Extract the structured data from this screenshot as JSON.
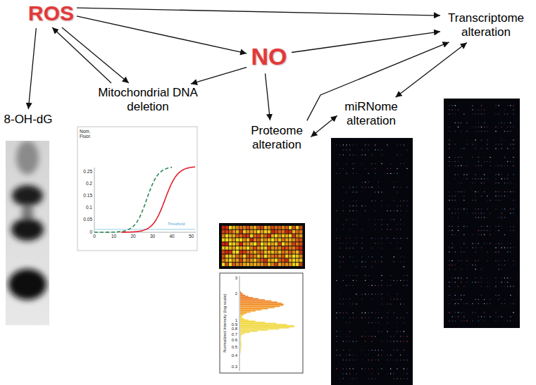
{
  "diagram": {
    "nodes": [
      {
        "text": [
          "ROS"
        ]
      },
      {
        "text": [
          "8-OH-dG"
        ]
      },
      {
        "text": [
          "Mitochondrial DNA deletion"
        ]
      },
      {
        "text": [
          "NO"
        ]
      },
      {
        "text": [
          "Proteome alteration"
        ]
      },
      {
        "text": [
          "miRNome alteration"
        ]
      },
      {
        "text": [
          "Transcriptome alteration"
        ]
      }
    ],
    "edges": [
      {
        "from": 0,
        "to": 1,
        "arrow": "to"
      },
      {
        "from": 0,
        "to": 2,
        "arrow": "to"
      },
      {
        "from": 2,
        "to": 0,
        "arrow": "to"
      },
      {
        "from": 0,
        "to": 3,
        "arrow": "to"
      },
      {
        "from": 0,
        "to": 6,
        "arrow": "to"
      },
      {
        "from": 3,
        "to": 2,
        "arrow": "to"
      },
      {
        "from": 3,
        "to": 4,
        "arrow": "to"
      },
      {
        "from": 3,
        "to": 6,
        "arrow": "to"
      },
      {
        "from": 4,
        "to": 6,
        "arrow": "to"
      },
      {
        "from": 4,
        "to": 5,
        "arrow": "both"
      },
      {
        "from": 5,
        "to": 6,
        "arrow": "both"
      }
    ],
    "labels": [
      "Nom. Fluor.",
      "0.25",
      "0.2",
      "0.15",
      "0.1",
      "0.05",
      "0",
      "0",
      "10",
      "20",
      "30",
      "40",
      "50",
      "Threshold",
      "Normalized Intensity (log scale)",
      "3",
      "2",
      "1",
      "0.9",
      "0.8",
      "0.7",
      "0.6",
      "0.5",
      "0.4",
      "0.3"
    ]
  }
}
